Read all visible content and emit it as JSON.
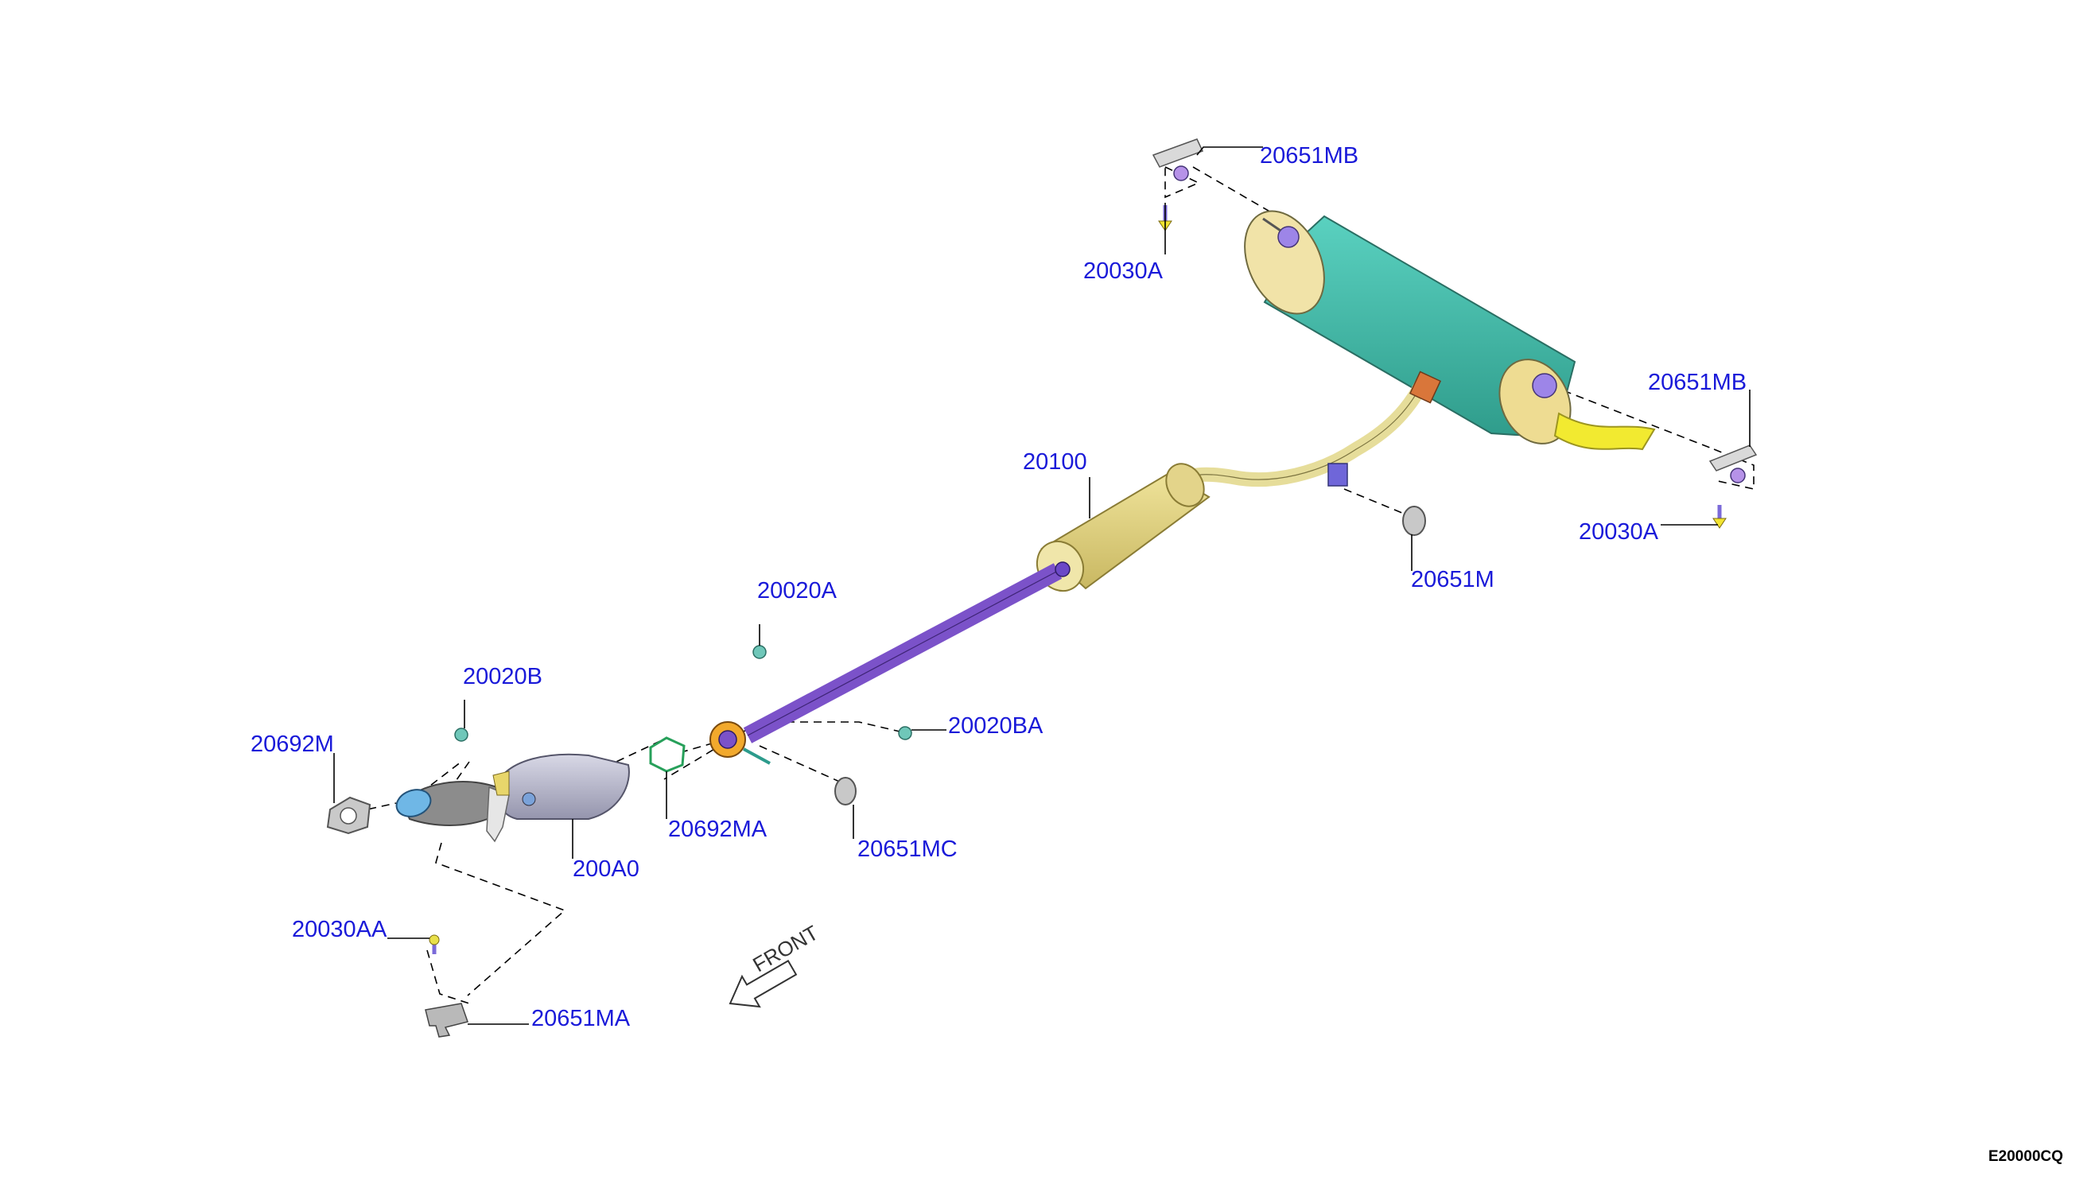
{
  "diagram": {
    "labels": {
      "muffler_mount_top": "20651MB",
      "bolt_top": "20030A",
      "muffler_mount_right": "20651MB",
      "bolt_right": "20030A",
      "center_pipe": "20100",
      "rubber_mount_center": "20651M",
      "nut_upper": "20020A",
      "nut_left": "20020B",
      "gasket_front": "20692M",
      "nut_right": "20020BA",
      "gasket_mid": "20692MA",
      "rubber_mount_mc": "20651MC",
      "catalyst": "200A0",
      "bolt_lower": "20030AA",
      "bracket_lower": "20651MA"
    },
    "front_arrow_label": "FRONT",
    "drawing_code": "E20000CQ",
    "colors": {
      "label": "#1a1ad9",
      "muffler": "#3fb8a5",
      "center_pipe": "#7b52c9",
      "resonator": "#e6d67a",
      "tail_tip": "#f2ea30",
      "catalyst": "#b4b4c9",
      "flange": "#f2a92c"
    }
  }
}
